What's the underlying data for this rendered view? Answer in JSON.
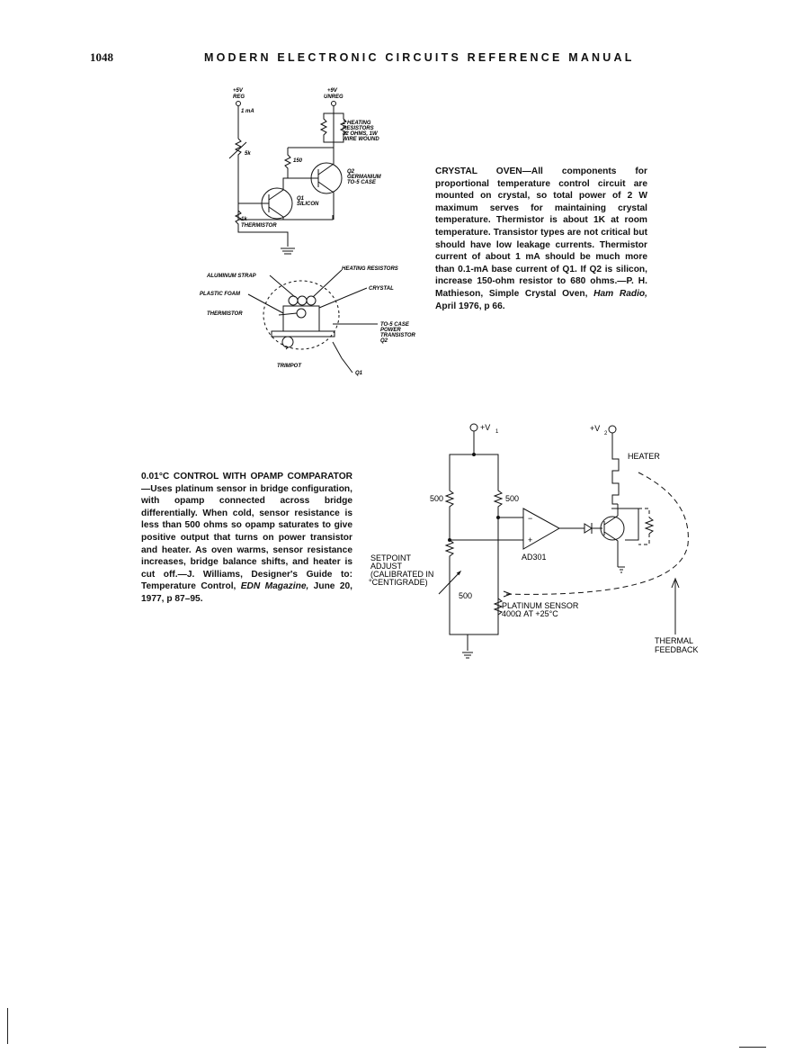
{
  "header": {
    "page_number": "1048",
    "running_title": "MODERN ELECTRONIC CIRCUITS REFERENCE MANUAL"
  },
  "article1": {
    "title": "CRYSTAL OVEN",
    "body": "—All components for proportional temperature control circuit are mounted on crystal, so total power of 2 W maximum serves for maintaining crystal temperature. Thermistor is about 1K at room temperature. Transistor types are not critical but should have low leakage currents. Thermistor current of about 1 mA should be much more than 0.1-mA base current of Q1. If Q2 is silicon, increase 150-ohm resistor to 680 ohms.—P. H. Mathieson, Simple Crystal Oven, ",
    "source_italic": "Ham Radio,",
    "tail": " April 1976, p 66."
  },
  "article2": {
    "title": "0.01°C CONTROL WITH OPAMP COMPARATOR",
    "body": "—Uses platinum sensor in bridge configuration, with opamp connected across bridge differentially. When cold, sensor resistance is less than 500 ohms so opamp saturates to give positive output that turns on power transistor and heater. As oven warms, sensor resistance increases, bridge balance shifts, and heater is cut off.—J. Williams, Designer's Guide to: Temperature Control, ",
    "source_italic": "EDN Magazine,",
    "tail": " June 20, 1977, p 87–95."
  },
  "diagram1": {
    "v5": "+5V",
    "reg": "REG",
    "v9": "+9V",
    "unreg": "UNREG",
    "ma": "1 mA",
    "heat1": "2 HEATING",
    "heat2": "RESISTORS",
    "heat3": "82 OHMS, 1W",
    "heat4": "WIRE WOUND",
    "pot": "5k",
    "r150": "150",
    "q2a": "Q2",
    "q2b": "GERMANIUM",
    "q2c": "TO-5 CASE",
    "q1a": "Q1",
    "q1b": "SILICON",
    "th1": "1k",
    "th2": "THERMISTOR"
  },
  "diagram2": {
    "strap": "ALUMINUM STRAP",
    "foam": "PLASTIC FOAM",
    "thermistor": "THERMISTOR",
    "heating": "HEATING RESISTORS",
    "crystal": "CRYSTAL",
    "to5a": "TO-5 CASE",
    "to5b": "POWER",
    "to5c": "TRANSISTOR",
    "to5d": "Q2",
    "trimpot": "TRIMPOT",
    "q1": "Q1"
  },
  "diagram3": {
    "v1": "+V",
    "v1sub": "1",
    "v2": "+V",
    "v2sub": "2",
    "heater": "HEATER",
    "r500a": "500",
    "r500b": "500",
    "r500c": "500",
    "opamp": "AD301",
    "setpoint1": "SETPOINT",
    "setpoint2": "ADJUST",
    "setpoint3": "(CALIBRATED IN",
    "setpoint4": "°CENTIGRADE)",
    "sensor1": "PLATINUM SENSOR",
    "sensor2": "400Ω AT +25°C",
    "feedback1": "THERMAL",
    "feedback2": "FEEDBACK",
    "minus": "−",
    "plus": "+"
  }
}
